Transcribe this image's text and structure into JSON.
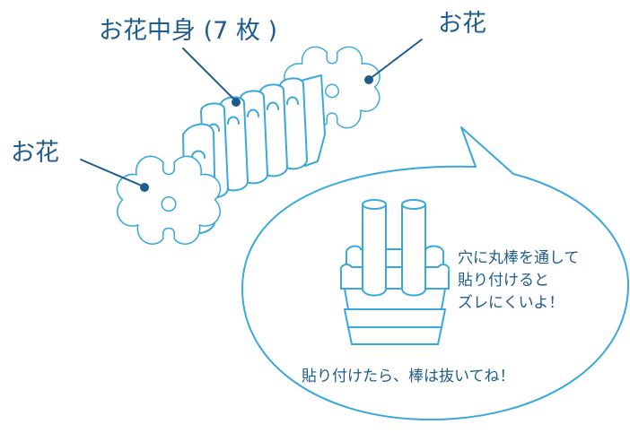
{
  "labels": {
    "inner_flowers": "お花中身 (7 枚 )",
    "flower_right": "お花",
    "flower_left": "お花"
  },
  "bubble": {
    "tip_lines": [
      "穴に丸棒を通して",
      "貼り付けると",
      "ズレにくいよ！"
    ],
    "note": "貼り付けたら、棒は抜いてね！"
  },
  "colors": {
    "line": "#3aa8dc",
    "text": "#1d5c8d",
    "background": "#ffffff"
  }
}
